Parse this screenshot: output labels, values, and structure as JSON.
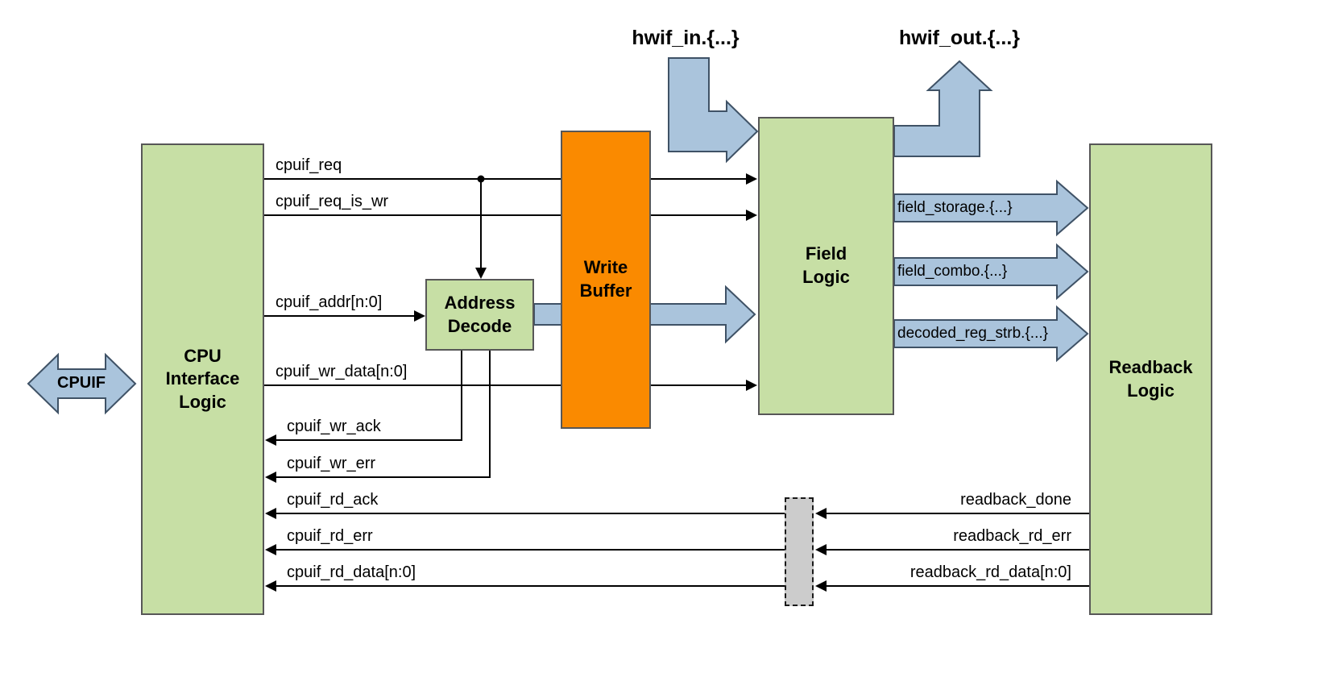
{
  "blocks": {
    "cpu_interface": {
      "label": "CPU\nInterface\nLogic"
    },
    "address_decode": {
      "label": "Address\nDecode"
    },
    "write_buffer": {
      "label": "Write\nBuffer"
    },
    "field_logic": {
      "label": "Field\nLogic"
    },
    "readback_logic": {
      "label": "Readback\nLogic"
    }
  },
  "ports": {
    "cpuif": {
      "label": "CPUIF"
    },
    "hwif_in": {
      "label": "hwif_in.{...}"
    },
    "hwif_out": {
      "label": "hwif_out.{...}"
    }
  },
  "signals": {
    "cpuif_req": {
      "label": "cpuif_req"
    },
    "cpuif_req_is_wr": {
      "label": "cpuif_req_is_wr"
    },
    "cpuif_addr": {
      "label": "cpuif_addr[n:0]"
    },
    "cpuif_wr_data": {
      "label": "cpuif_wr_data[n:0]"
    },
    "cpuif_wr_ack": {
      "label": "cpuif_wr_ack"
    },
    "cpuif_wr_err": {
      "label": "cpuif_wr_err"
    },
    "cpuif_rd_ack": {
      "label": "cpuif_rd_ack"
    },
    "cpuif_rd_err": {
      "label": "cpuif_rd_err"
    },
    "cpuif_rd_data": {
      "label": "cpuif_rd_data[n:0]"
    },
    "readback_done": {
      "label": "readback_done"
    },
    "readback_rd_err": {
      "label": "readback_rd_err"
    },
    "readback_rd_data": {
      "label": "readback_rd_data[n:0]"
    }
  },
  "buses": {
    "field_storage": {
      "label": "field_storage.{...}"
    },
    "field_combo": {
      "label": "field_combo.{...}"
    },
    "decoded_reg_strb": {
      "label": "decoded_reg_strb.{...}"
    }
  },
  "colors": {
    "block_green": "#c7dfa5",
    "block_orange": "#fa8a00",
    "arrow_fill": "#aac4dc",
    "arrow_stroke": "#3f5266",
    "retime_gray": "#cccccc",
    "wire": "#000000"
  }
}
